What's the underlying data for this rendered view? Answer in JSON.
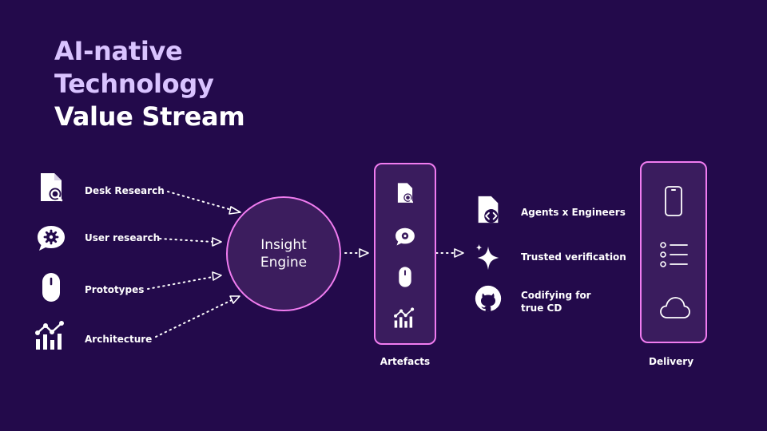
{
  "title": {
    "line1": "AI-native",
    "line2": "Technology",
    "line3": "Value Stream"
  },
  "inputs": [
    {
      "label": "Desk Research",
      "icon": "document-search-icon"
    },
    {
      "label": "User research",
      "icon": "chat-gear-icon"
    },
    {
      "label": "Prototypes",
      "icon": "mouse-icon"
    },
    {
      "label": "Architecture",
      "icon": "bar-chart-icon"
    }
  ],
  "engine": {
    "label": "Insight Engine"
  },
  "artefacts": {
    "caption": "Artefacts",
    "icons": [
      "document-search-icon",
      "chat-gear-icon",
      "mouse-icon",
      "bar-chart-icon"
    ]
  },
  "capabilities": [
    {
      "label": "Agents x Engineers",
      "icon": "code-document-icon"
    },
    {
      "label": "Trusted verification",
      "icon": "sparkle-icon"
    },
    {
      "label": "Codifying for true CD",
      "icon": "github-icon"
    }
  ],
  "delivery": {
    "caption": "Delivery",
    "icons": [
      "phone-icon",
      "list-icon",
      "cloud-icon"
    ]
  },
  "colors": {
    "background": "#230a4b",
    "accent": "#f07cf0",
    "title_light": "#d9c3ff",
    "panel_fill": "#3a1c5e"
  }
}
